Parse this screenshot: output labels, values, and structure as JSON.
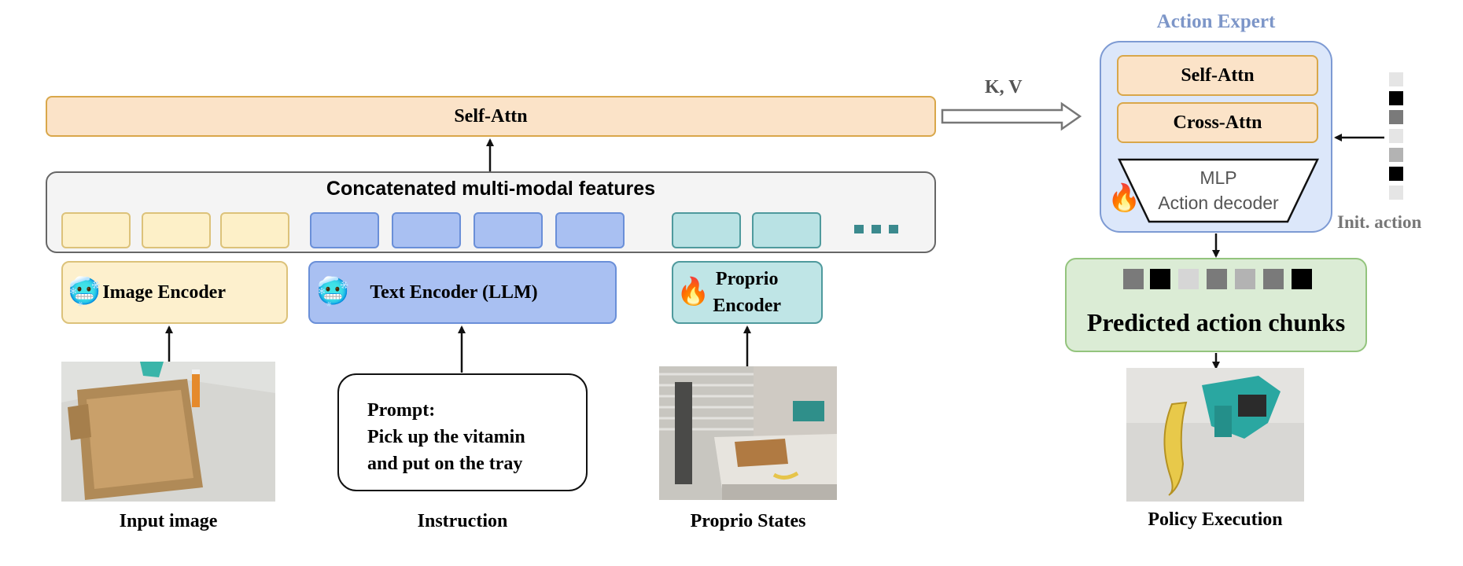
{
  "main_self_attn": "Self-Attn",
  "kv_label": "K, V",
  "concat_title": "Concatenated multi-modal features",
  "encoders": {
    "image": "Image Encoder",
    "text": "Text Encoder (LLM)",
    "proprio_line1": "Proprio",
    "proprio_line2": "Encoder"
  },
  "frozen_icon": "🥶",
  "trainable_icon": "🔥",
  "prompt": {
    "heading": "Prompt:",
    "line1": "Pick up the vitamin",
    "line2": "and put on the tray"
  },
  "captions": {
    "input_image": "Input image",
    "instruction": "Instruction",
    "proprio": "Proprio States",
    "policy": "Policy Execution"
  },
  "action_expert": {
    "title": "Action Expert",
    "self_attn": "Self-Attn",
    "cross_attn": "Cross-Attn",
    "mlp_line1": "MLP",
    "mlp_line2": "Action decoder"
  },
  "init_action_label": "Init. action",
  "predicted_label": "Predicted action chunks",
  "colors": {
    "attn_fill": "#fbe3c8",
    "image_token": "#fdf0c8",
    "text_token": "#a9c0f2",
    "proprio_token": "#b9e2e4",
    "expert_fill": "#dce7fa",
    "predicted_fill": "#dbecd5"
  }
}
